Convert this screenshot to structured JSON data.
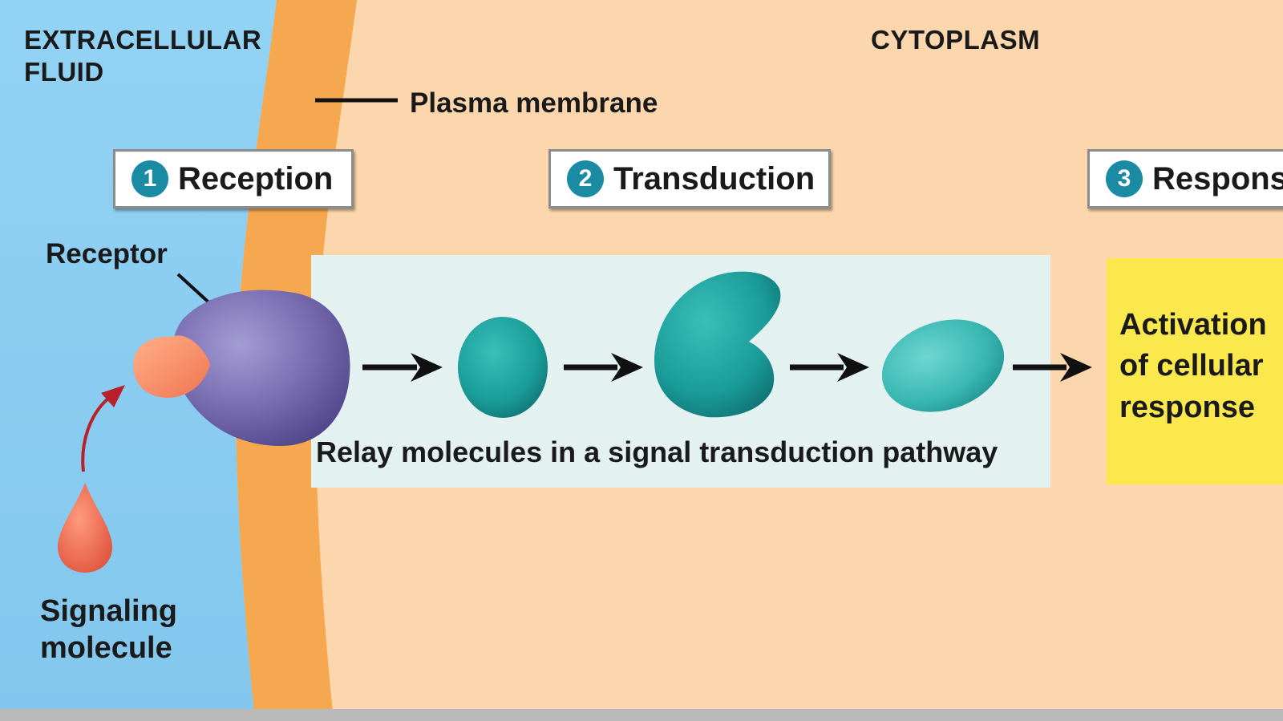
{
  "regions": {
    "extracellular": "EXTRACELLULAR FLUID",
    "cytoplasm": "CYTOPLASM"
  },
  "labels": {
    "plasma_membrane": "Plasma membrane",
    "receptor": "Receptor",
    "signaling_molecule": "Signaling molecule",
    "relay_caption": "Relay molecules in a signal transduction pathway",
    "response_text": "Activation of cellular response"
  },
  "steps": [
    {
      "number": "1",
      "label": "Reception"
    },
    {
      "number": "2",
      "label": "Transduction"
    },
    {
      "number": "3",
      "label": "Response"
    }
  ],
  "colors": {
    "extracellular_fluid": "#8fd0f2",
    "membrane": "#f5a84f",
    "cytoplasm": "#fcd7ad",
    "relay_panel": "#e3f1f0",
    "response_panel": "#fbe84c",
    "receptor": "#7b6fb2",
    "relay_molecule": "#1c9e9c",
    "signaling_molecule": "#ee6a4e",
    "step_badge": "#1b8aa3"
  }
}
